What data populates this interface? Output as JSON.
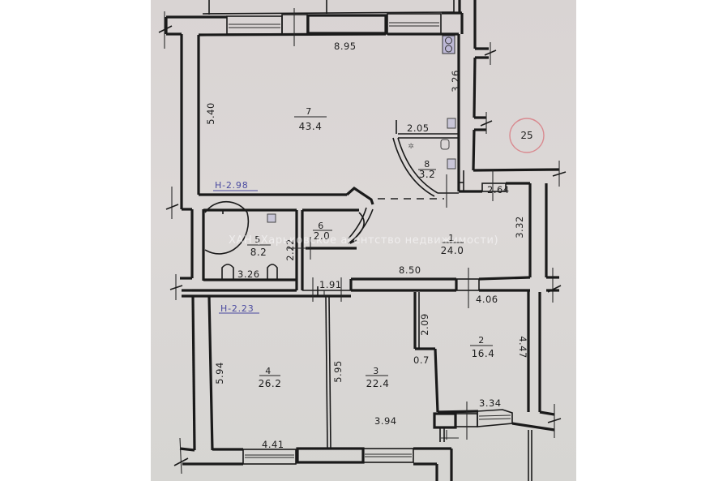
{
  "plan": {
    "stamp": {
      "value": "25",
      "color": "#c0484e"
    },
    "watermark": "ХАН (Харьковское агентство недвижимости)",
    "ceiling_heights": [
      {
        "id": "upper",
        "label": "Н-2.98"
      },
      {
        "id": "lower",
        "label": "Н-2.23"
      }
    ],
    "rooms": [
      {
        "number": "1",
        "area": "24.0"
      },
      {
        "number": "2",
        "area": "16.4"
      },
      {
        "number": "3",
        "area": "22.4"
      },
      {
        "number": "4",
        "area": "26.2"
      },
      {
        "number": "5",
        "area": "8.2"
      },
      {
        "number": "6",
        "area": "2.0"
      },
      {
        "number": "7",
        "area": "43.4"
      },
      {
        "number": "8",
        "area": "3.2"
      }
    ],
    "dimensions": {
      "room7_width": "8.95",
      "room7_height": "5.40",
      "room7_right": "3.26",
      "room8_width": "2.05",
      "corridor_top": "2.64",
      "corridor_right": "3.32",
      "corridor_bottom": "8.50",
      "room5_width": "3.26",
      "room5_height": "2.22",
      "door_width": "1.91",
      "room2_top": "4.06",
      "room2_left": "2.09",
      "room2_step": "0.7",
      "room2_right": "4.47",
      "room2_bottom": "3.34",
      "room4_height": "5.94",
      "room4_width": "4.41",
      "room3_height": "5.95",
      "room3_width": "3.94"
    }
  }
}
